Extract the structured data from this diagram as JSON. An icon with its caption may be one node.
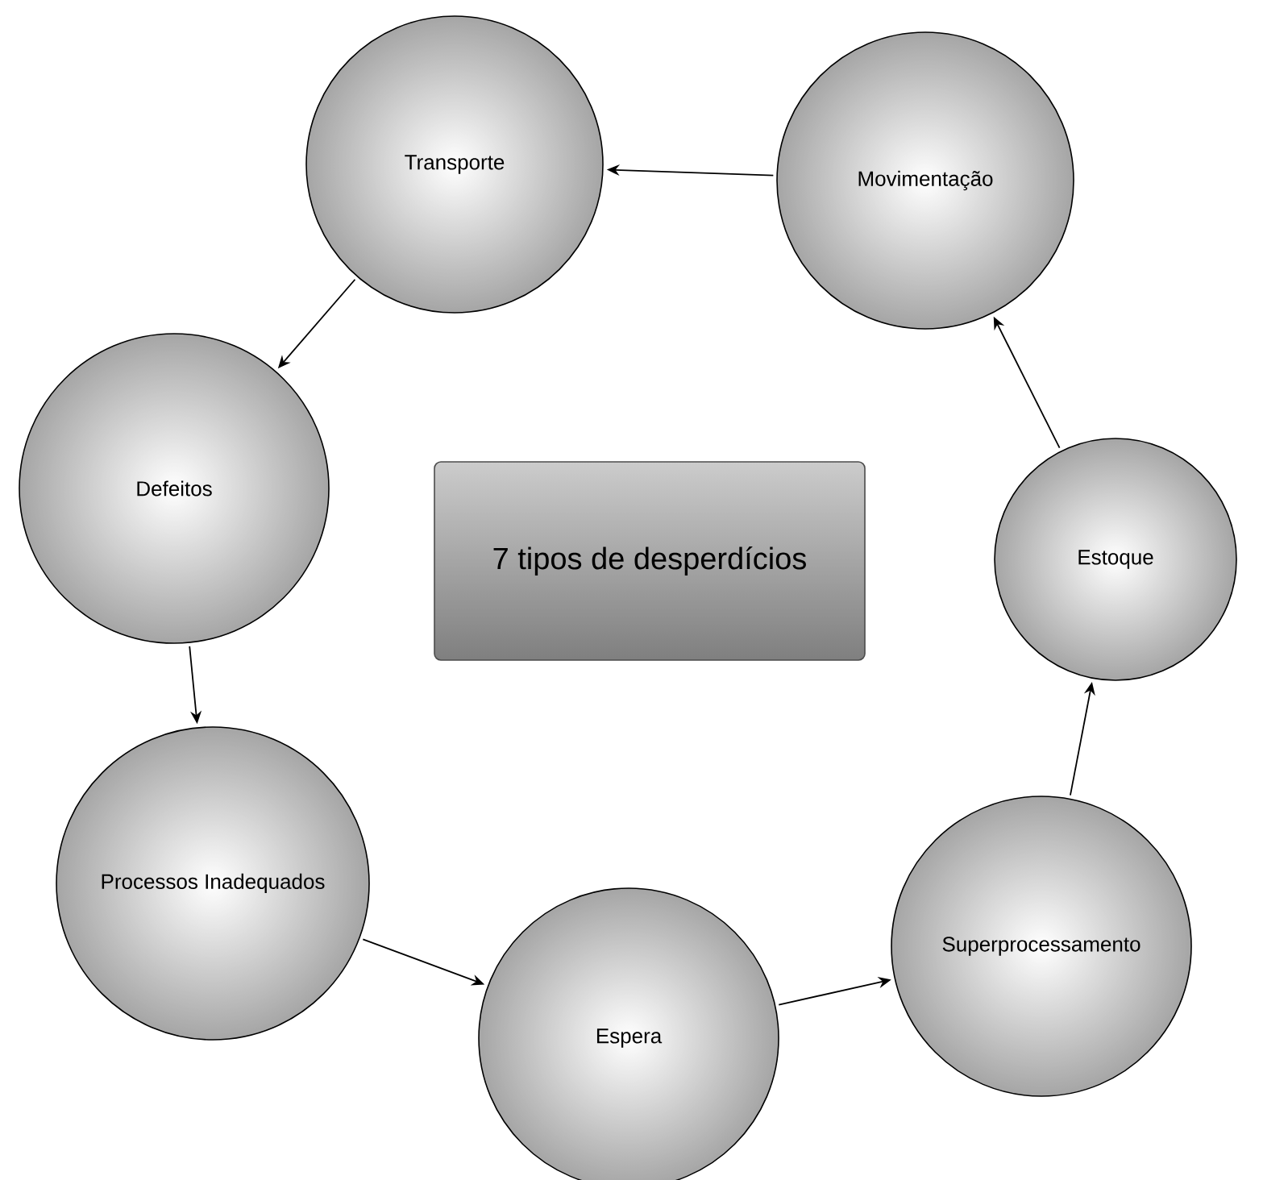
{
  "diagram": {
    "nodes": [
      {
        "text": [
          "Transporte"
        ]
      },
      {
        "text": [
          "Movimentação"
        ]
      },
      {
        "text": [
          "Defeitos"
        ]
      },
      {
        "text": [
          "7 tipos de desperdícios"
        ]
      },
      {
        "text": [
          "Estoque"
        ]
      },
      {
        "text": [
          "Processos Inadequados"
        ]
      },
      {
        "text": [
          "Superprocessamento"
        ]
      },
      {
        "text": [
          "Espera"
        ]
      }
    ],
    "edges": [
      {
        "from": 1,
        "to": 0,
        "arrow": "to"
      },
      {
        "from": 0,
        "to": 2,
        "arrow": "to"
      },
      {
        "from": 2,
        "to": 5,
        "arrow": "to"
      },
      {
        "from": 5,
        "to": 7,
        "arrow": "to"
      },
      {
        "from": 7,
        "to": 6,
        "arrow": "to"
      },
      {
        "from": 6,
        "to": 4,
        "arrow": "to"
      },
      {
        "from": 4,
        "to": 1,
        "arrow": "to"
      }
    ]
  }
}
